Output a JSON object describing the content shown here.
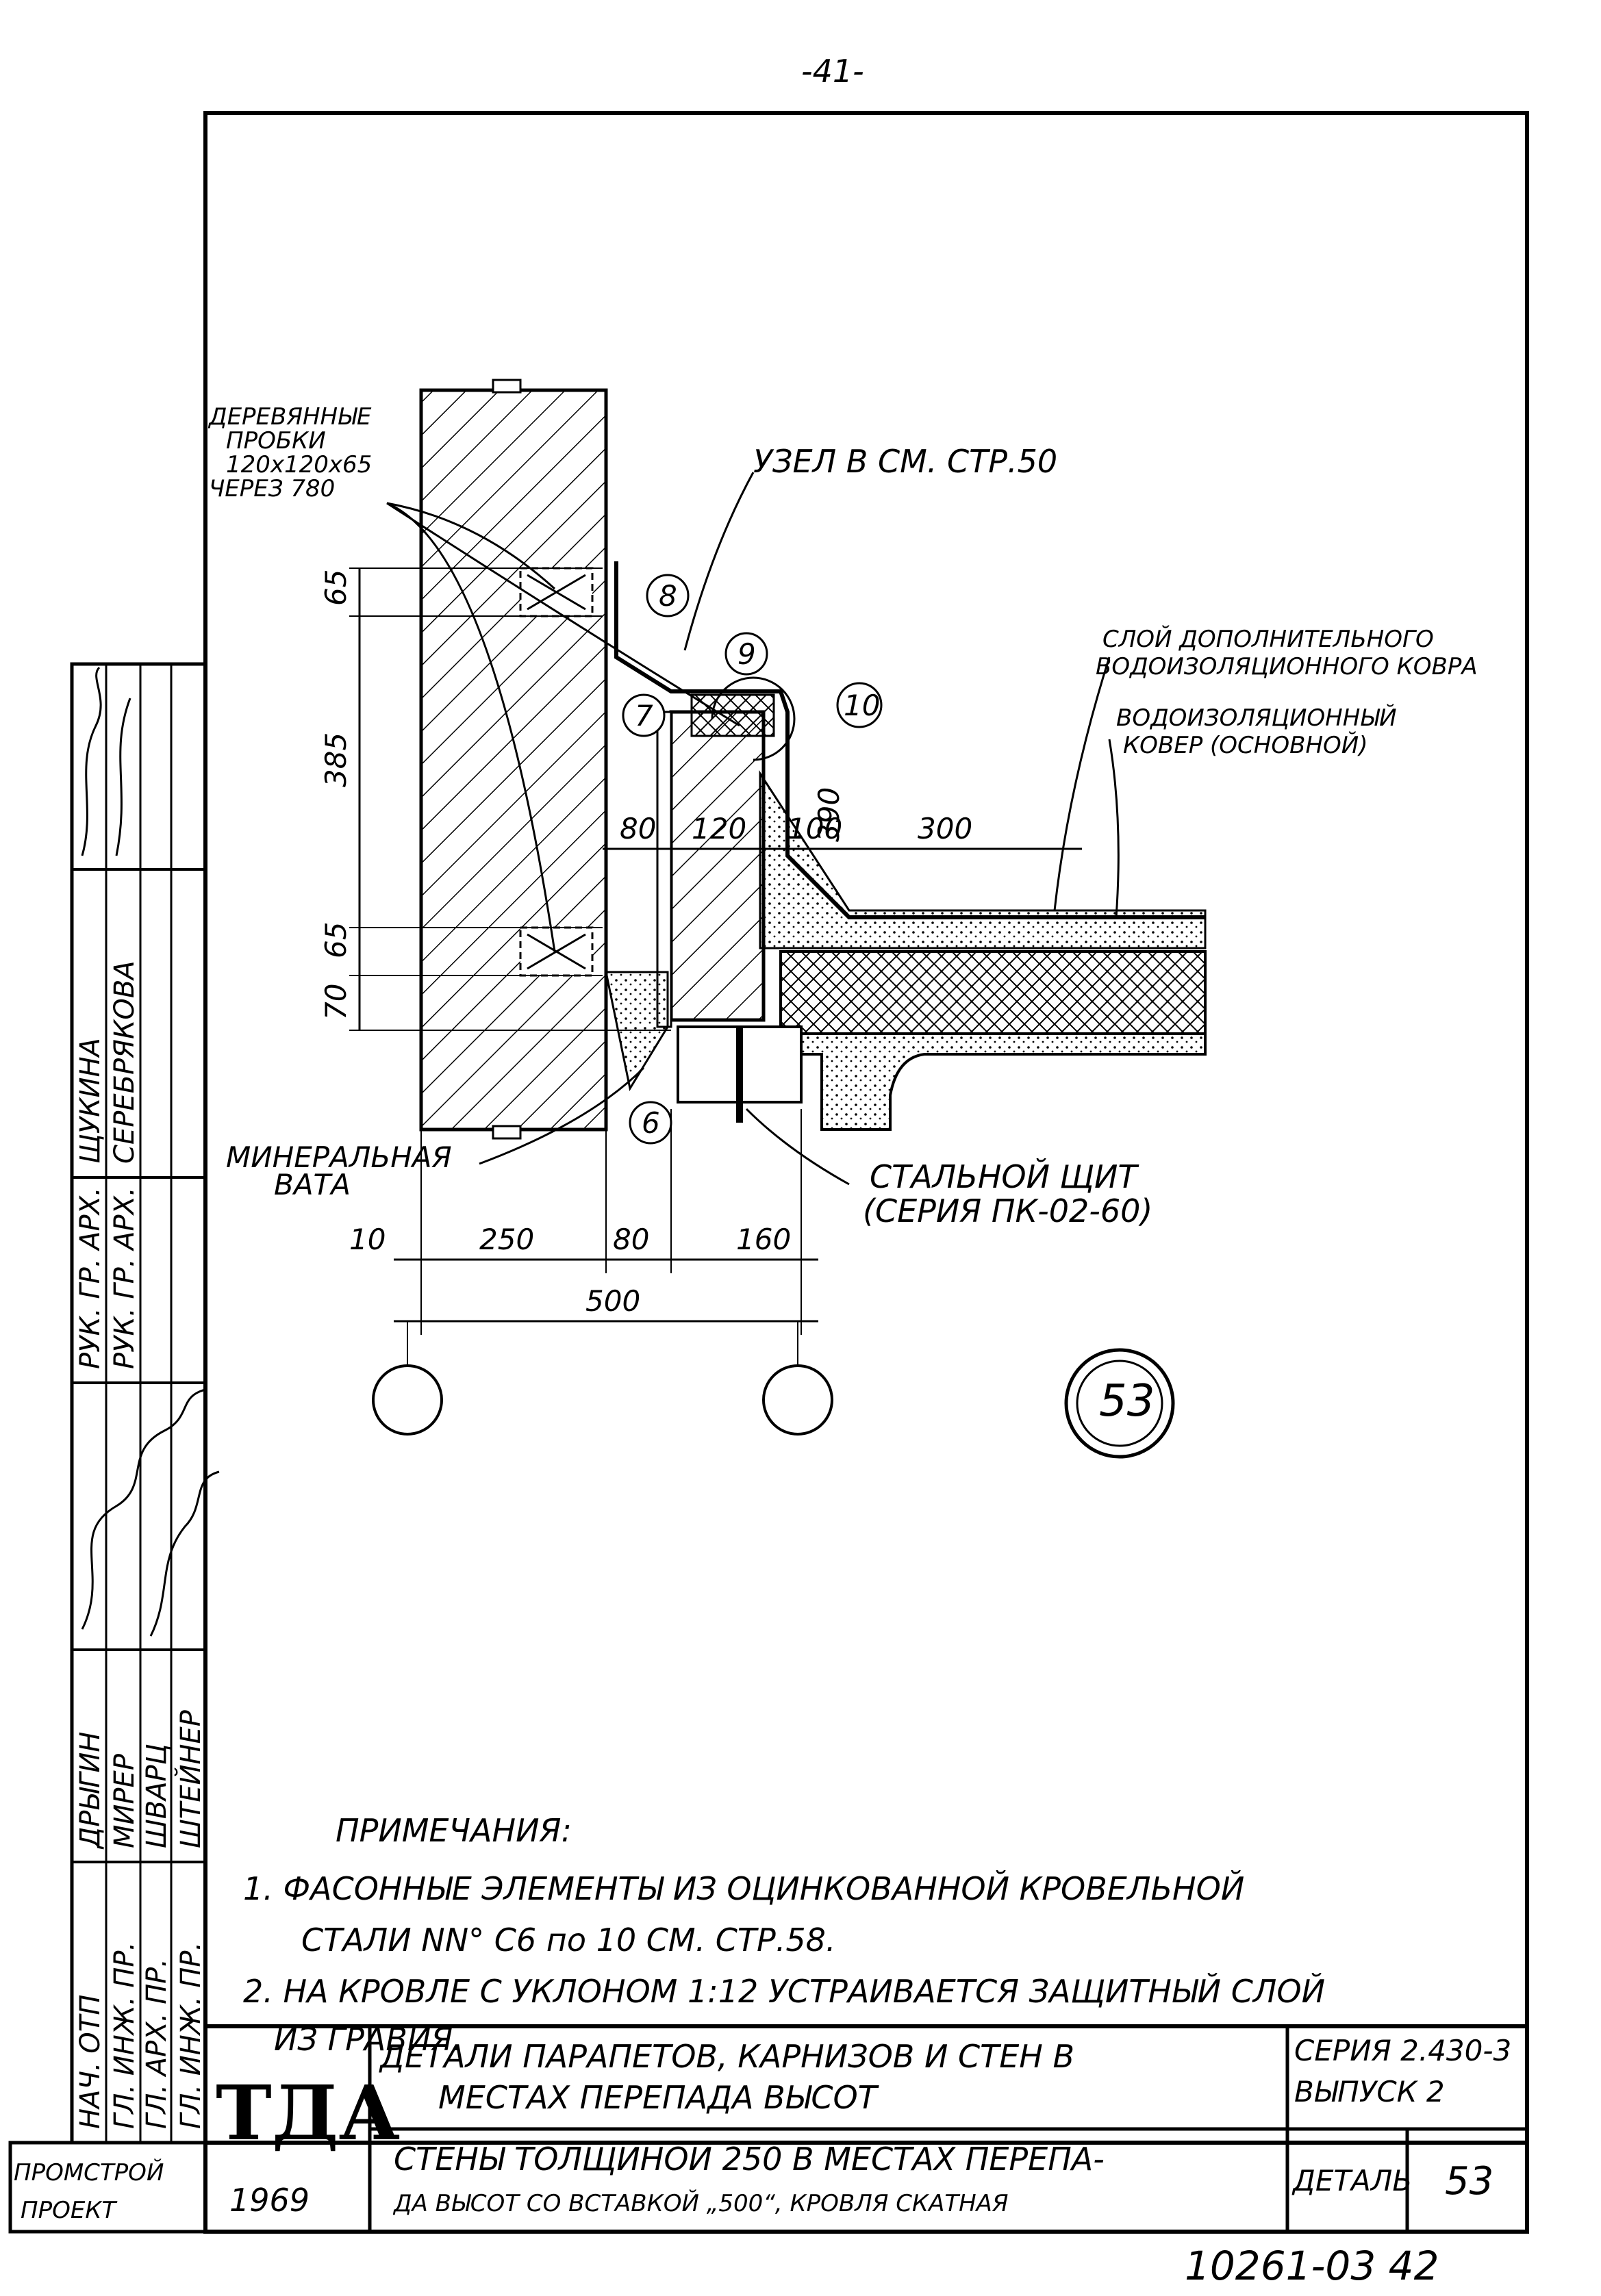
{
  "page_number": "-41-",
  "drawing": {
    "label_wood_plugs": [
      "ДЕРЕВЯННЫЕ",
      "ПРОБКИ",
      "120х120х65",
      "ЧЕРЕЗ 780"
    ],
    "label_node_ref": "УЗЕЛ В СМ. СТР.50",
    "label_extra_carpet": [
      "СЛОЙ ДОПОЛНИТЕЛЬНОГО",
      "ВОДОИЗОЛЯЦИОННОГО КОВРА"
    ],
    "label_main_carpet": [
      "ВОДОИЗОЛЯЦИОННЫЙ",
      "КОВЕР (ОСНОВНОЙ)"
    ],
    "label_mineral_wool": [
      "МИНЕРАЛЬНАЯ",
      "ВАТА"
    ],
    "label_steel_panel": [
      "СТАЛЬНОЙ ЩИТ",
      "(СЕРИЯ ПК-02-60)"
    ],
    "dims_left_vertical": [
      "65",
      "385",
      "70",
      "65"
    ],
    "dims_top": [
      "80",
      "120",
      "100",
      "390",
      "300"
    ],
    "dims_bottom": [
      "10",
      "250",
      "80",
      "160"
    ],
    "dim_total": "500",
    "callouts": [
      "8",
      "9",
      "10",
      "7",
      "6"
    ],
    "detail_number": "53"
  },
  "notes": {
    "heading": "ПРИМЕЧАНИЯ:",
    "lines": [
      "1. ФАСОННЫЕ  ЭЛЕМЕНТЫ  ИЗ  ОЦИНКОВАННОЙ  КРОВЕЛЬНОЙ",
      "СТАЛИ  NN° С6 по 10  СМ.  СТР.58.",
      "2. НА КРОВЛЕ С УКЛОНОМ 1:12 УСТРАИВАЕТСЯ ЗАЩИТНЫЙ СЛОЙ",
      "ИЗ ГРАВИЯ."
    ]
  },
  "side_stamp": {
    "roles": [
      "НАЧ. ОТП",
      "ГЛ. ИНЖ. ПР.",
      "ГЛ. АРХ. ПР.",
      "ГЛ. ИНЖ. ПР.",
      "РУК. ГР. АРХ.",
      "РУК. ГР. АРХ."
    ],
    "names": [
      "ДРЫГИН",
      "МИРЕР",
      "ШВАРЦ",
      "ШТЕЙНЕР",
      "ЩУКИНА",
      "СЕРЕБРЯКОВА"
    ]
  },
  "title_block": {
    "org_line1": "ПРОМСТРОЙ",
    "org_line2": "ПРОЕКТ",
    "stamp_letters": "ТДА",
    "year": "1969",
    "title_line1": "ДЕТАЛИ ПАРАПЕТОВ, КАРНИЗОВ  И  СТЕН   В",
    "title_line2": "МЕСТАХ   ПЕРЕПАДА   ВЫСОТ",
    "subtitle_line1": "СТЕНЫ   ТОЛЩИНОЙ  250 В  МЕСТАХ ПЕРЕПА-",
    "subtitle_line2": "ДА ВЫСОТ СО ВСТАВКОЙ „500“, КРОВЛЯ  СКАТНАЯ",
    "series_line1": "СЕРИЯ 2.430-3",
    "series_line2": "ВЫПУСК 2",
    "detail_label": "ДЕТАЛЬ",
    "detail_value": "53"
  },
  "archive_number": "10261-03 42"
}
